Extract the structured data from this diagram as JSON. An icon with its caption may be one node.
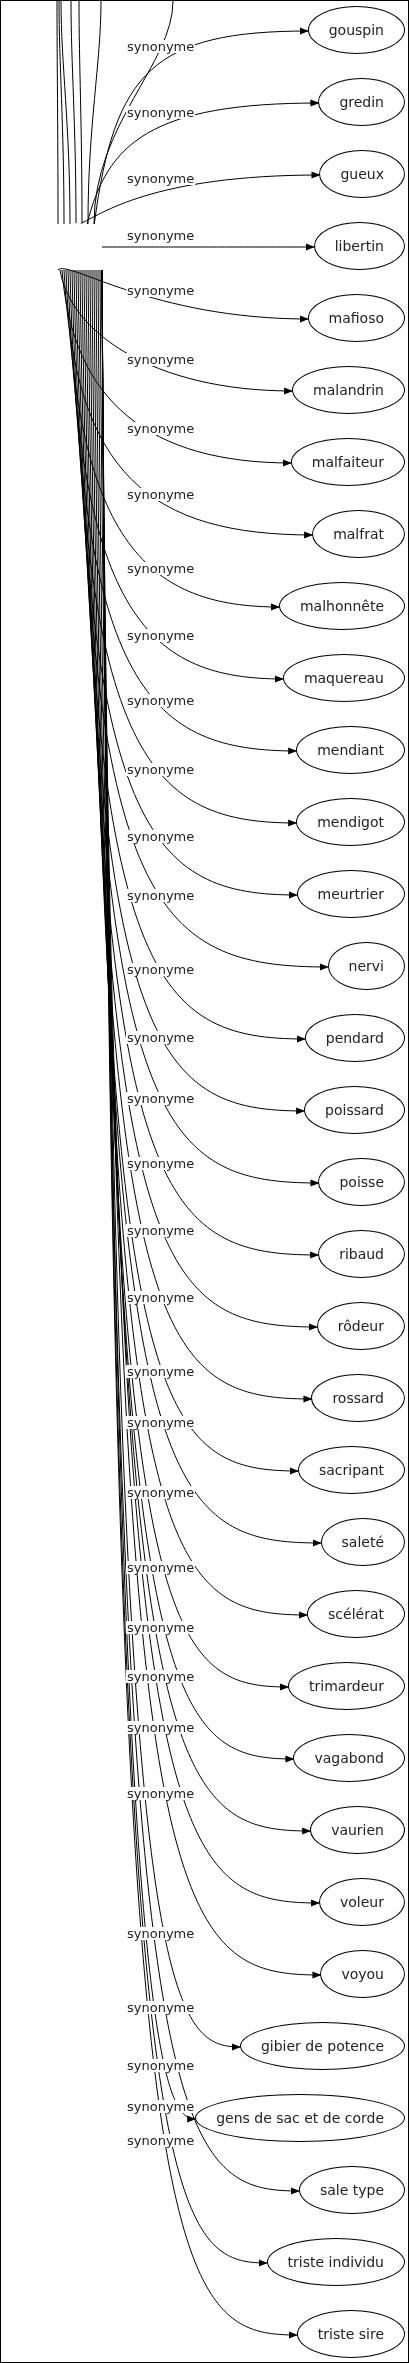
{
  "diagram": {
    "nodes": [
      {
        "text": [],
        "shape": "box"
      },
      {
        "text": [
          "gouspin"
        ]
      },
      {
        "text": [
          "gredin"
        ]
      },
      {
        "text": [
          "gueux"
        ]
      },
      {
        "text": [
          "libertin"
        ]
      },
      {
        "text": [
          "mafioso"
        ]
      },
      {
        "text": [
          "malandrin"
        ]
      },
      {
        "text": [
          "malfaiteur"
        ]
      },
      {
        "text": [
          "malfrat"
        ]
      },
      {
        "text": [
          "malhonnête"
        ]
      },
      {
        "text": [
          "maquereau"
        ]
      },
      {
        "text": [
          "mendiant"
        ]
      },
      {
        "text": [
          "mendigot"
        ]
      },
      {
        "text": [
          "meurtrier"
        ]
      },
      {
        "text": [
          "nervi"
        ]
      },
      {
        "text": [
          "pendard"
        ]
      },
      {
        "text": [
          "poissard"
        ]
      },
      {
        "text": [
          "poisse"
        ]
      },
      {
        "text": [
          "ribaud"
        ]
      },
      {
        "text": [
          "rôdeur"
        ]
      },
      {
        "text": [
          "rossard"
        ]
      },
      {
        "text": [
          "sacripant"
        ]
      },
      {
        "text": [
          "saleté"
        ]
      },
      {
        "text": [
          "scélérat"
        ]
      },
      {
        "text": [
          "trimardeur"
        ]
      },
      {
        "text": [
          "vagabond"
        ]
      },
      {
        "text": [
          "vaurien"
        ]
      },
      {
        "text": [
          "voleur"
        ]
      },
      {
        "text": [
          "voyou"
        ]
      },
      {
        "text": [
          "gibier de potence"
        ]
      },
      {
        "text": [
          "gens de sac et de corde"
        ]
      },
      {
        "text": [
          "sale type"
        ]
      },
      {
        "text": [
          "triste individu"
        ]
      },
      {
        "text": [
          "triste sire"
        ]
      }
    ],
    "edges": [
      {
        "from": 0,
        "to": 1,
        "arrow": "to",
        "label": "synonyme"
      },
      {
        "from": 0,
        "to": 2,
        "arrow": "to",
        "label": "synonyme"
      },
      {
        "from": 0,
        "to": 3,
        "arrow": "to",
        "label": "synonyme"
      },
      {
        "from": 0,
        "to": 4,
        "arrow": "to",
        "label": "synonyme"
      },
      {
        "from": 0,
        "to": 5,
        "arrow": "to",
        "label": "synonyme"
      },
      {
        "from": 0,
        "to": 6,
        "arrow": "to",
        "label": "synonyme"
      },
      {
        "from": 0,
        "to": 7,
        "arrow": "to",
        "label": "synonyme"
      },
      {
        "from": 0,
        "to": 8,
        "arrow": "to",
        "label": "synonyme"
      },
      {
        "from": 0,
        "to": 9,
        "arrow": "to",
        "label": "synonyme"
      },
      {
        "from": 0,
        "to": 10,
        "arrow": "to",
        "label": "synonyme"
      },
      {
        "from": 0,
        "to": 11,
        "arrow": "to",
        "label": "synonyme"
      },
      {
        "from": 0,
        "to": 12,
        "arrow": "to",
        "label": "synonyme"
      },
      {
        "from": 0,
        "to": 13,
        "arrow": "to",
        "label": "synonyme"
      },
      {
        "from": 0,
        "to": 14,
        "arrow": "to",
        "label": "synonyme"
      },
      {
        "from": 0,
        "to": 15,
        "arrow": "to",
        "label": "synonyme"
      },
      {
        "from": 0,
        "to": 16,
        "arrow": "to",
        "label": "synonyme"
      },
      {
        "from": 0,
        "to": 17,
        "arrow": "to",
        "label": "synonyme"
      },
      {
        "from": 0,
        "to": 18,
        "arrow": "to",
        "label": "synonyme"
      },
      {
        "from": 0,
        "to": 19,
        "arrow": "to",
        "label": "synonyme"
      },
      {
        "from": 0,
        "to": 20,
        "arrow": "to",
        "label": "synonyme"
      },
      {
        "from": 0,
        "to": 21,
        "arrow": "to",
        "label": "synonyme"
      },
      {
        "from": 0,
        "to": 22,
        "arrow": "to",
        "label": "synonyme"
      },
      {
        "from": 0,
        "to": 23,
        "arrow": "to",
        "label": "synonyme"
      },
      {
        "from": 0,
        "to": 24,
        "arrow": "to",
        "label": "synonyme"
      },
      {
        "from": 0,
        "to": 25,
        "arrow": "to",
        "label": "synonyme"
      },
      {
        "from": 0,
        "to": 26,
        "arrow": "to",
        "label": "synonyme"
      },
      {
        "from": 0,
        "to": 27,
        "arrow": "to",
        "label": "synonyme"
      },
      {
        "from": 0,
        "to": 28,
        "arrow": "to",
        "label": "synonyme"
      },
      {
        "from": 0,
        "to": 29,
        "arrow": "to",
        "label": "synonyme"
      },
      {
        "from": 0,
        "to": 30,
        "arrow": "to",
        "label": "synonyme"
      },
      {
        "from": 0,
        "to": 31,
        "arrow": "to",
        "label": "synonyme"
      },
      {
        "from": 0,
        "to": 32,
        "arrow": "to",
        "label": "synonyme"
      },
      {
        "from": 0,
        "to": 33,
        "arrow": "to",
        "label": "synonyme"
      },
      {
        "from": 0,
        "to": null,
        "arrow": "none"
      },
      {
        "from": 0,
        "to": null,
        "arrow": "none"
      },
      {
        "from": 0,
        "to": null,
        "arrow": "none"
      },
      {
        "from": 0,
        "to": null,
        "arrow": "none"
      },
      {
        "from": 0,
        "to": null,
        "arrow": "none"
      },
      {
        "from": 0,
        "to": null,
        "arrow": "none"
      },
      {
        "from": 0,
        "to": null,
        "arrow": "none"
      }
    ]
  }
}
